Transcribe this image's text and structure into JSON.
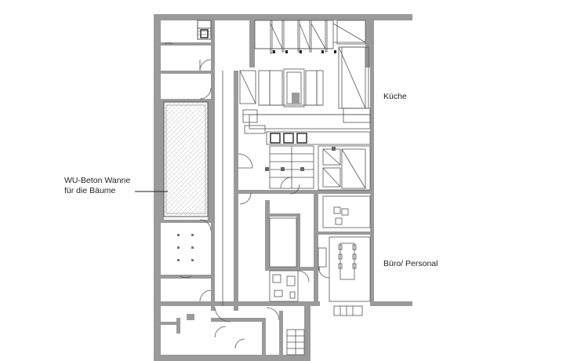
{
  "labels": {
    "kitchen": "Küche",
    "office": "Büro/ Personal",
    "tub_line1": "WU-Beton Wanne",
    "tub_line2": "für die Bäume"
  },
  "colors": {
    "wall": "#9a9a9a",
    "line": "#555555",
    "thin": "#8a8a8a",
    "dark": "#222222",
    "hatch": "#c8c8c8"
  }
}
